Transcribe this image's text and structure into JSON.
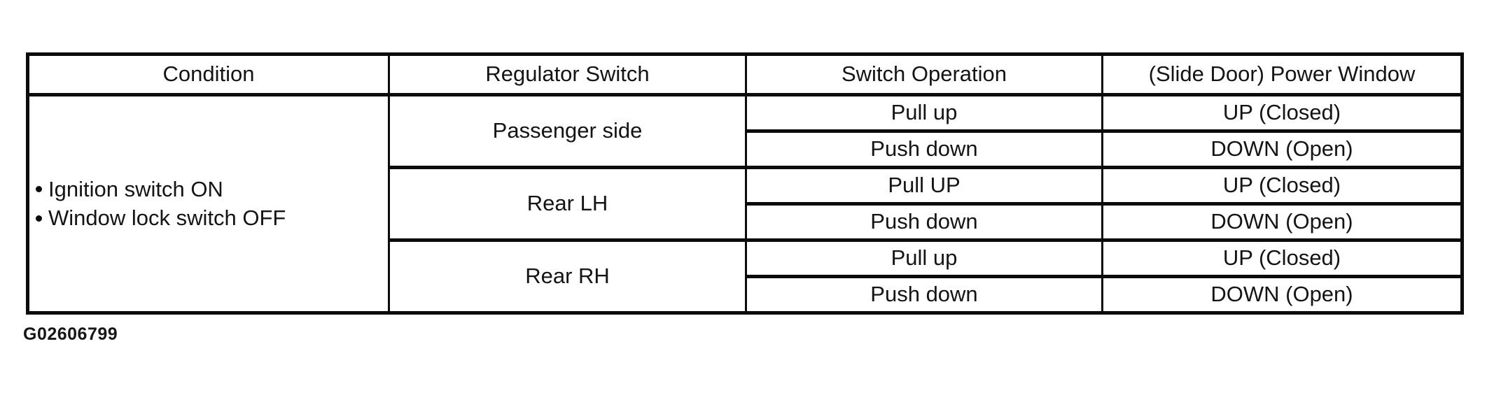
{
  "page": {
    "figure_code": "G02606799"
  },
  "table": {
    "headers": {
      "condition": "Condition",
      "regulator_switch": "Regulator Switch",
      "switch_operation": "Switch Operation",
      "power_window": "(Slide Door) Power Window"
    },
    "condition_items": [
      {
        "label": "Ignition switch ON"
      },
      {
        "label": "Window lock switch OFF"
      }
    ],
    "groups": [
      {
        "regulator": "Passenger side",
        "rows": [
          {
            "operation": "Pull up",
            "power_window": "UP (Closed)"
          },
          {
            "operation": "Push down",
            "power_window": "DOWN (Open)"
          }
        ]
      },
      {
        "regulator": "Rear LH",
        "rows": [
          {
            "operation": "Pull UP",
            "power_window": "UP (Closed)"
          },
          {
            "operation": "Push down",
            "power_window": "DOWN (Open)"
          }
        ]
      },
      {
        "regulator": "Rear RH",
        "rows": [
          {
            "operation": "Pull up",
            "power_window": "UP (Closed)"
          },
          {
            "operation": "Push down",
            "power_window": "DOWN (Open)"
          }
        ]
      }
    ]
  }
}
